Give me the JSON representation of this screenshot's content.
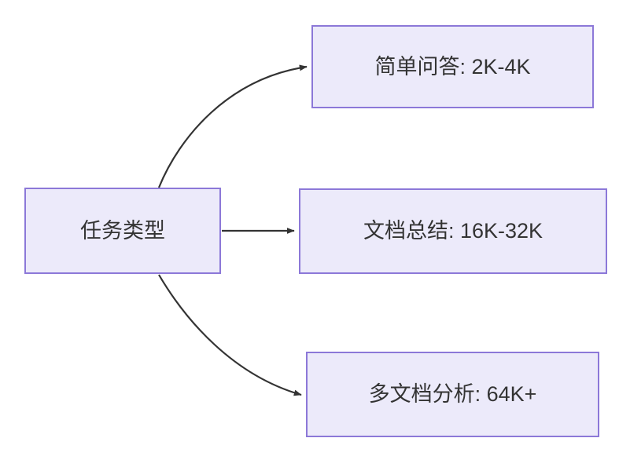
{
  "diagram": {
    "type": "flowchart",
    "direction": "left-to-right",
    "background_color": "#ffffff",
    "node_fill_color": "#ECEAFA",
    "node_border_color": "#8C78D8",
    "node_text_color": "#333333",
    "edge_color": "#333333",
    "root": {
      "id": "task-type",
      "label": "任务类型"
    },
    "branches": [
      {
        "id": "simple-qa",
        "label": "简单问答: 2K-4K",
        "task": "简单问答",
        "context_length": "2K-4K",
        "edge_style": "curved-up"
      },
      {
        "id": "doc-summary",
        "label": "文档总结: 16K-32K",
        "task": "文档总结",
        "context_length": "16K-32K",
        "edge_style": "straight"
      },
      {
        "id": "multi-doc",
        "label": "多文档分析: 64K+",
        "task": "多文档分析",
        "context_length": "64K+",
        "edge_style": "curved-down"
      }
    ]
  }
}
